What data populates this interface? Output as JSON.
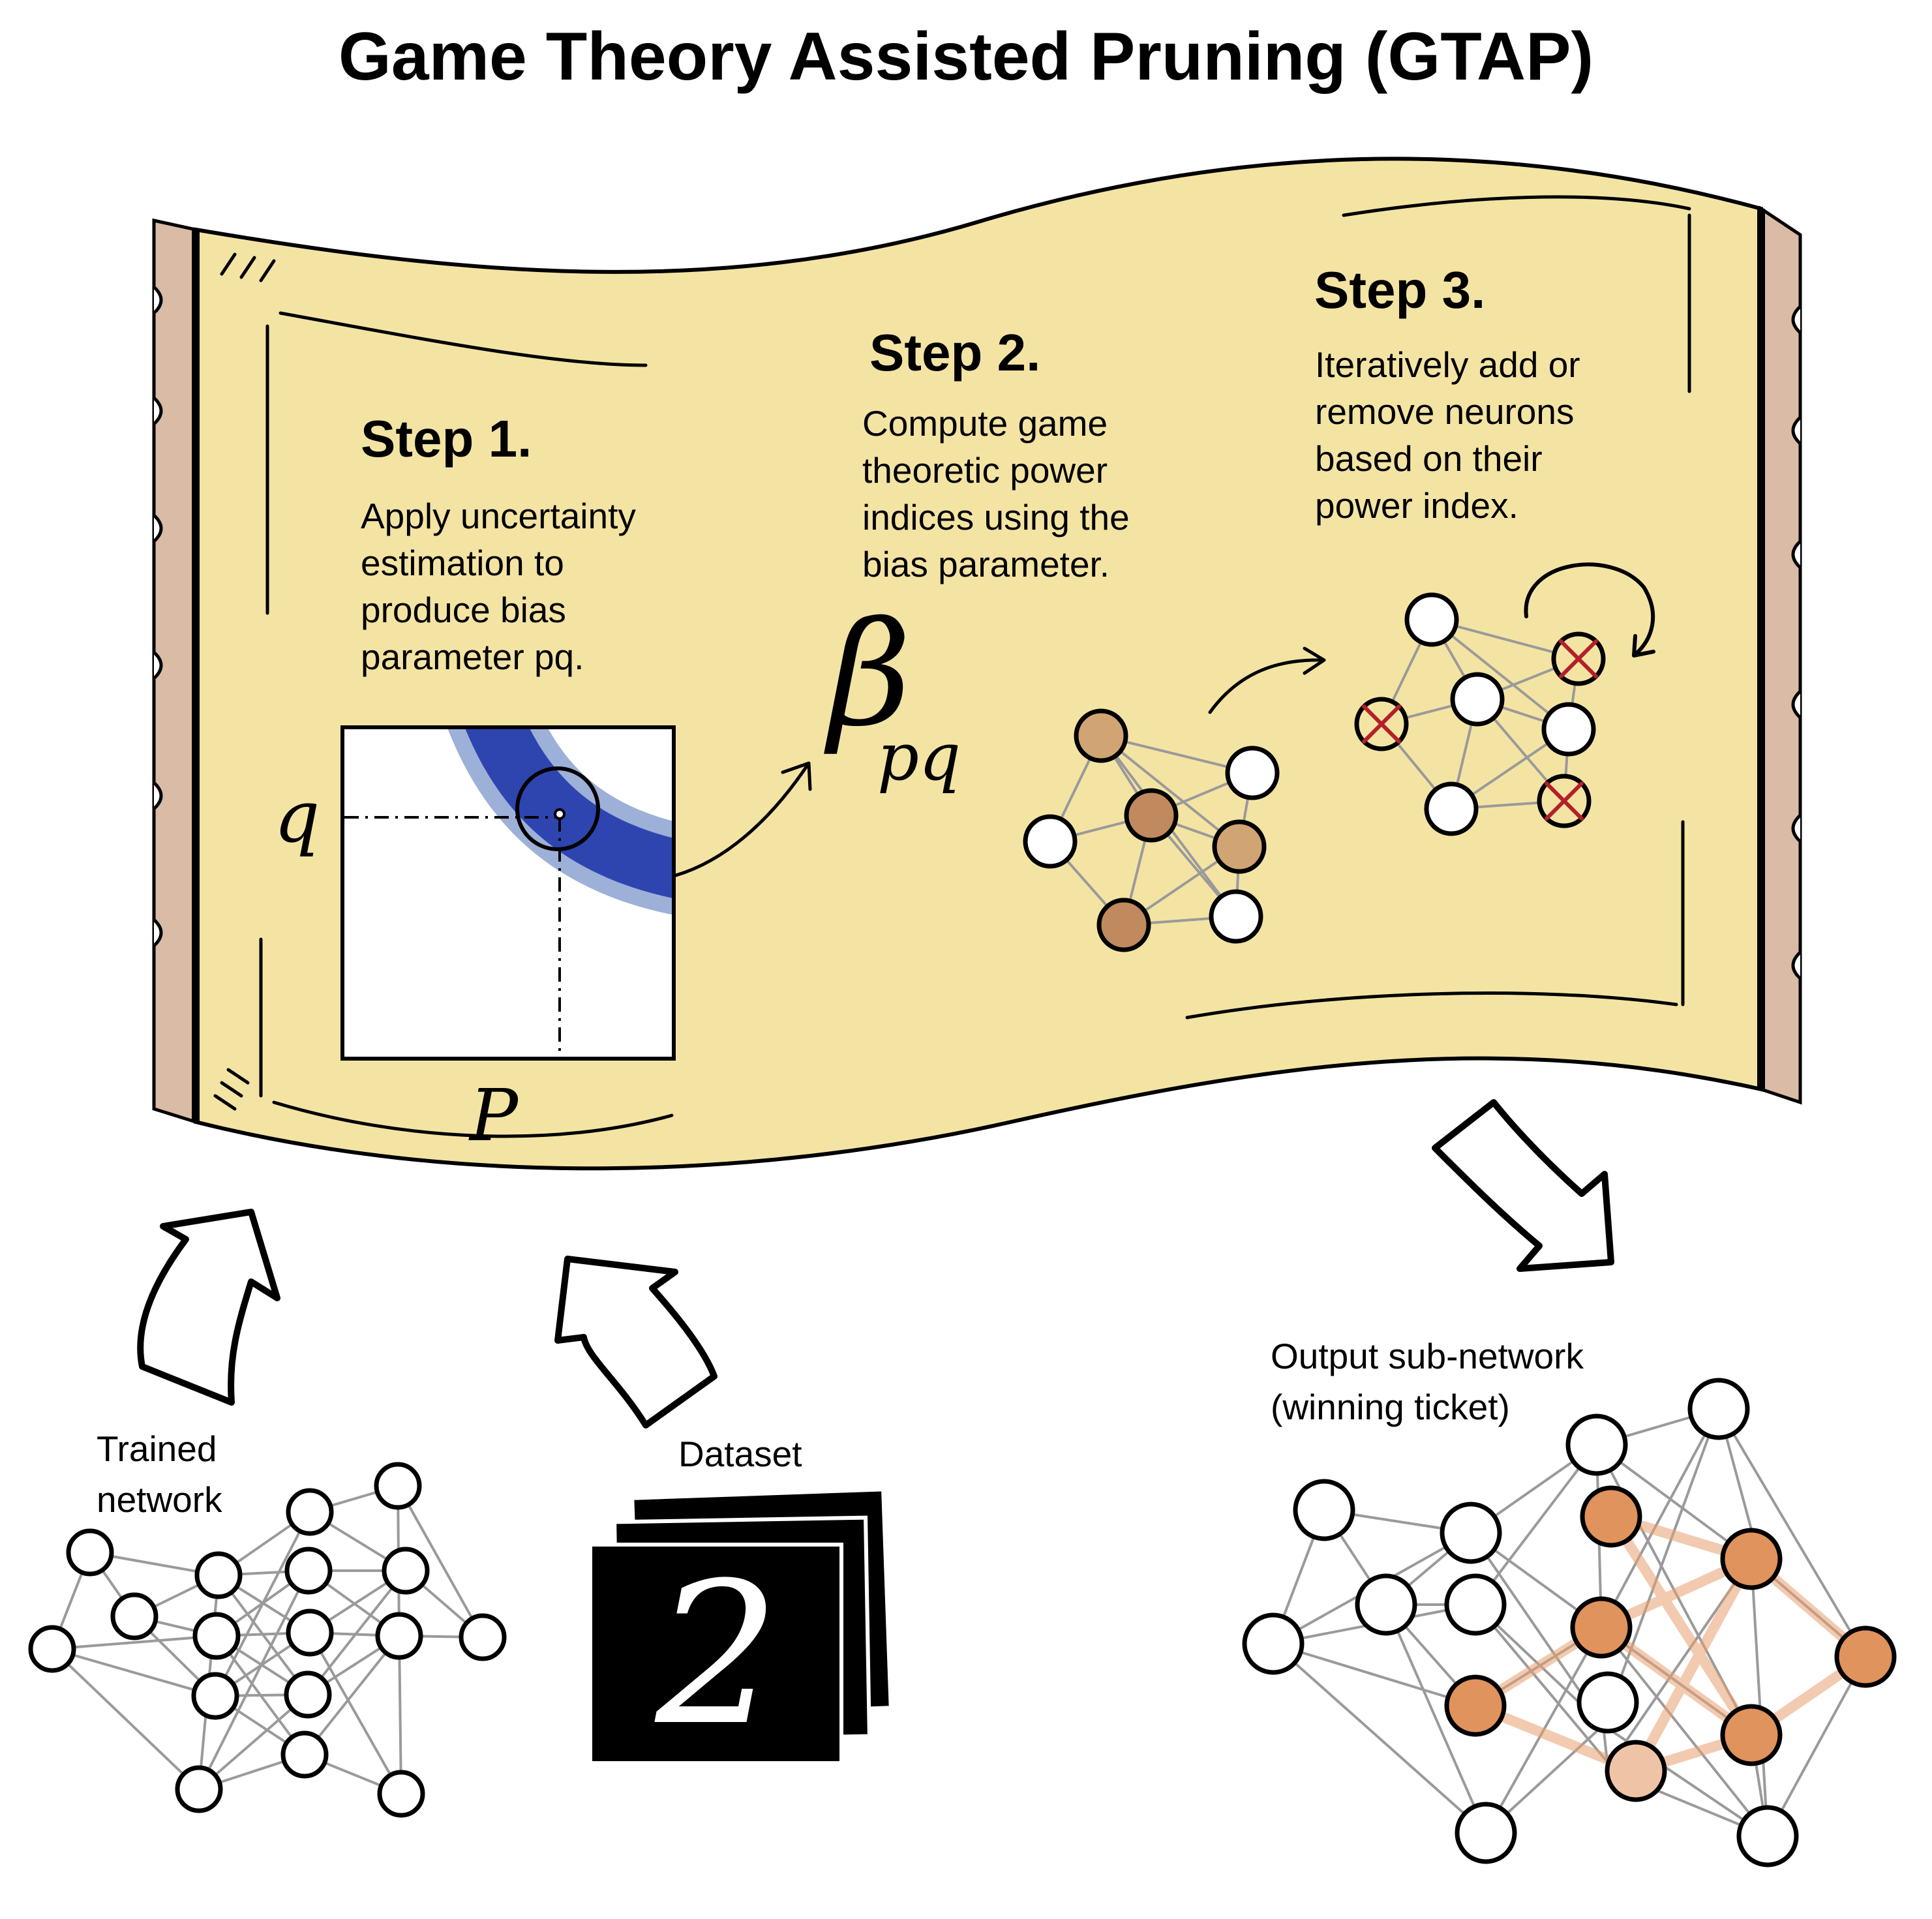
{
  "title": "Game Theory Assisted Pruning (GTAP)",
  "steps": [
    {
      "heading": "Step 1.",
      "lines": [
        "Apply uncertainty",
        "estimation to",
        "produce bias",
        "parameter pq."
      ]
    },
    {
      "heading": "Step 2.",
      "lines": [
        "Compute game",
        "theoretic power",
        "indices using the",
        "bias parameter."
      ]
    },
    {
      "heading": "Step 3.",
      "lines": [
        "Iteratively add or",
        "remove neurons",
        "based on their",
        "power index."
      ]
    }
  ],
  "plot": {
    "y_axis_label": "q",
    "x_axis_label": "P"
  },
  "beta": {
    "symbol": "β",
    "subscript": "pq"
  },
  "inputs": {
    "trained_network_lines": [
      "Trained",
      "network"
    ],
    "dataset_label": "Dataset",
    "dataset_digit": "2"
  },
  "output": {
    "lines": [
      "Output sub-network",
      "(winning ticket)"
    ]
  },
  "colors": {
    "scroll": "#f4e4a4",
    "scroll_edge": "#d9bba6",
    "band": "#2e45b0",
    "band_halo": "#9db0d8",
    "node_tan": "#d1a474",
    "node_brown": "#c08a5e",
    "node_orange": "#e0935c",
    "node_light": "#efc4a6",
    "cross": "#b3202a"
  }
}
